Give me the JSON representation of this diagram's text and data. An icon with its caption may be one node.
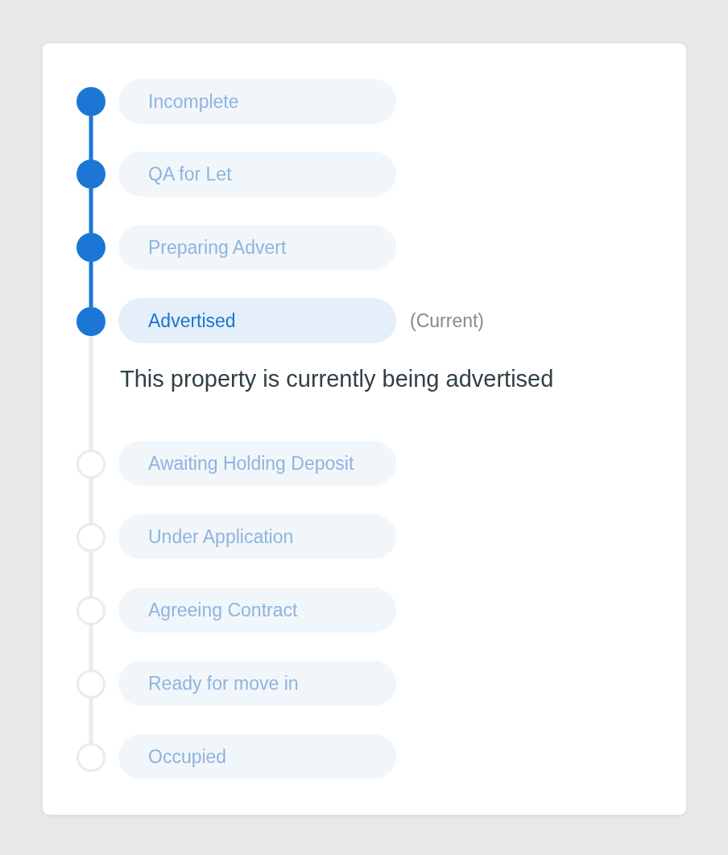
{
  "diagram": {
    "nodes": [
      {
        "text": [],
        "shape": "circle"
      },
      {
        "text": [
          "Incomplete"
        ]
      },
      {
        "text": [],
        "shape": "circle"
      },
      {
        "text": [
          "QA for Let"
        ]
      },
      {
        "text": [],
        "shape": "circle"
      },
      {
        "text": [
          "Preparing Advert"
        ]
      },
      {
        "text": [],
        "shape": "circle"
      },
      {
        "text": [
          "Advertised"
        ],
        "beside": [
          "(Current)"
        ]
      },
      {
        "text": [],
        "shape": "circle"
      },
      {
        "text": [
          "Awaiting Holding Deposit"
        ]
      },
      {
        "text": [],
        "shape": "circle"
      },
      {
        "text": [
          "Under Application"
        ]
      },
      {
        "text": [],
        "shape": "circle"
      },
      {
        "text": [
          "Agreeing Contract"
        ]
      },
      {
        "text": [],
        "shape": "circle"
      },
      {
        "text": [
          "Ready for move in"
        ]
      },
      {
        "text": [],
        "shape": "circle"
      },
      {
        "text": [
          "Occupied"
        ]
      }
    ],
    "edges": [
      {
        "from": 0,
        "to": 2,
        "arrow": "none",
        "color": "#1b76d6"
      },
      {
        "from": 2,
        "to": 4,
        "arrow": "none",
        "color": "#1b76d6"
      },
      {
        "from": 4,
        "to": 6,
        "arrow": "none",
        "color": "#1b76d6"
      },
      {
        "from": 6,
        "to": 8,
        "arrow": "none"
      },
      {
        "from": 8,
        "to": 10,
        "arrow": "none"
      },
      {
        "from": 10,
        "to": 12,
        "arrow": "none"
      },
      {
        "from": 12,
        "to": 14,
        "arrow": "none"
      },
      {
        "from": 14,
        "to": 16,
        "arrow": "none"
      }
    ],
    "labels": [
      "This property is currently being advertised"
    ]
  }
}
